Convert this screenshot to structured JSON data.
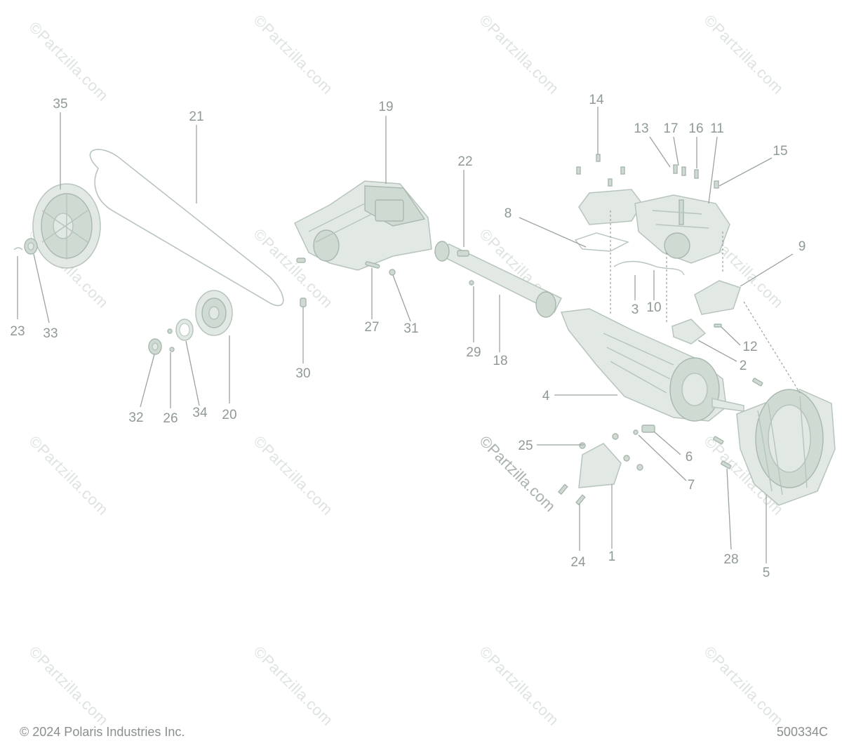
{
  "watermark": "©Partzilla.com",
  "footer": {
    "copyright": "© 2024 Polaris Industries Inc.",
    "diagram_code": "500334C"
  },
  "callouts": [
    "1",
    "2",
    "3",
    "4",
    "5",
    "6",
    "7",
    "8",
    "9",
    "10",
    "11",
    "12",
    "13",
    "14",
    "15",
    "16",
    "17",
    "18",
    "19",
    "20",
    "21",
    "22",
    "23",
    "24",
    "25",
    "26",
    "27",
    "28",
    "29",
    "30",
    "31",
    "32",
    "33",
    "34",
    "35"
  ],
  "icons": {
    "pulley": "driven-pulley-icon",
    "belt": "drive-belt-icon",
    "gearcase": "gearcase-icon",
    "shaft": "drive-shaft-icon",
    "transmission": "transmission-icon",
    "bellhousing": "bellhousing-icon",
    "shifter": "shifter-assembly-icon",
    "bracket": "mount-bracket-icon"
  }
}
